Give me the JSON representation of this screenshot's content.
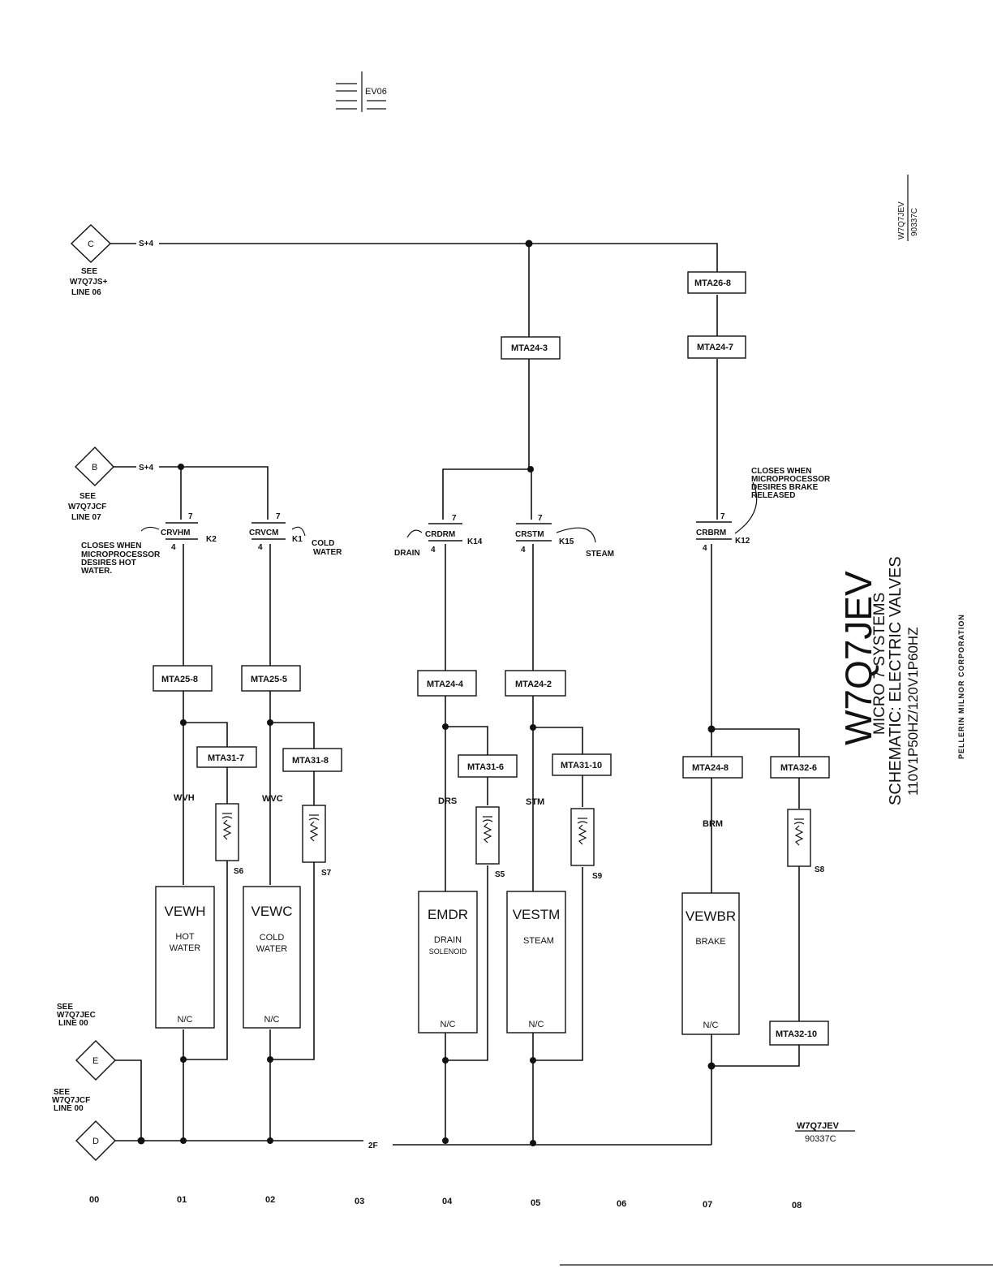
{
  "header_stamp": "EV06",
  "margin_ref": {
    "top": "W7Q7JEV",
    "bottom": "90337C"
  },
  "title_block": {
    "code": "W7Q7JEV",
    "line1": "MICRO 7 SYSTEMS",
    "line2": "SCHEMATIC: ELECTRIC VALVES",
    "line3": "110V1P50HZ/120V1P60HZ",
    "company": "PELLERIN MILNOR CORPORATION"
  },
  "bottom_ref": {
    "top": "W7Q7JEV",
    "bottom": "90337C"
  },
  "connectors": {
    "C": {
      "letter": "C",
      "wire": "S+4",
      "ref": [
        "SEE",
        "W7Q7JS+",
        "LINE 06"
      ]
    },
    "B": {
      "letter": "B",
      "wire": "S+4",
      "ref": [
        "SEE",
        "W7Q7JCF",
        "LINE 07"
      ]
    },
    "E": {
      "letter": "E",
      "ref": [
        "SEE",
        "W7Q7JEC",
        "LINE 00"
      ]
    },
    "D": {
      "letter": "D",
      "ref": [
        "SEE",
        "W7Q7JCF",
        "LINE 00"
      ]
    }
  },
  "common_wire": "2F",
  "top_terminals": {
    "t1": "MTA26-8",
    "t2": "MTA24-3",
    "t3": "MTA24-7"
  },
  "relays": {
    "crvhm": {
      "name": "CRVHM",
      "k": "K2",
      "pin_top": "7",
      "pin_bot": "4",
      "note": [
        "CLOSES WHEN",
        "MICROPROCESSOR",
        "DESIRES HOT",
        "WATER."
      ]
    },
    "crvcm": {
      "name": "CRVCM",
      "k": "K1",
      "pin_top": "7",
      "pin_bot": "4",
      "note": [
        "COLD",
        "WATER"
      ]
    },
    "crdrm": {
      "name": "CRDRM",
      "k": "K14",
      "pin_top": "7",
      "pin_bot": "4",
      "note": [
        "DRAIN"
      ]
    },
    "crstm": {
      "name": "CRSTM",
      "k": "K15",
      "pin_top": "7",
      "pin_bot": "4",
      "note": [
        "STEAM"
      ]
    },
    "crbrm": {
      "name": "CRBRM",
      "k": "K12",
      "pin_top": "7",
      "pin_bot": "4",
      "note": [
        "CLOSES WHEN",
        "MICROPROCESSOR",
        "DESIRES BRAKE",
        "RELEASED"
      ]
    }
  },
  "terminals": {
    "hot": "MTA25-8",
    "cold": "MTA25-5",
    "drain": "MTA24-4",
    "steam": "MTA24-2",
    "brake": "MTA24-8",
    "hot_s": "MTA31-7",
    "cold_s": "MTA31-8",
    "drain_s": "MTA31-6",
    "steam_s": "MTA31-10",
    "brake_s": "MTA32-6",
    "brake_s2": "MTA32-10"
  },
  "wires": {
    "hot": "WVH",
    "cold": "WVC",
    "drain": "DRS",
    "steam": "STM",
    "brake": "BRM"
  },
  "suppressors": {
    "hot": "S6",
    "cold": "S7",
    "drain": "S5",
    "steam": "S9",
    "brake": "S8"
  },
  "valves": {
    "hot": {
      "name": "VEWH",
      "l1": "HOT",
      "l2": "WATER",
      "nc": "N/C"
    },
    "cold": {
      "name": "VEWC",
      "l1": "COLD",
      "l2": "WATER",
      "nc": "N/C"
    },
    "drain": {
      "name": "EMDR",
      "l1": "DRAIN",
      "l2": "SOLENOID",
      "nc": "N/C"
    },
    "steam": {
      "name": "VESTM",
      "l1": "STEAM",
      "l2": "",
      "nc": "N/C"
    },
    "brake": {
      "name": "VEWBR",
      "l1": "BRAKE",
      "l2": "",
      "nc": "N/C"
    }
  },
  "columns": [
    "00",
    "01",
    "02",
    "03",
    "04",
    "05",
    "06",
    "07",
    "08"
  ]
}
